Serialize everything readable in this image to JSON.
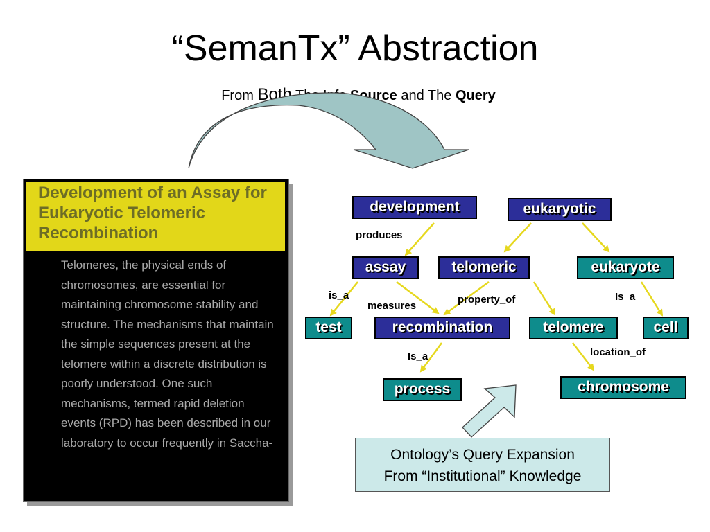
{
  "title": "“SemanTx” Abstraction",
  "subtitle": {
    "from": "From",
    "both": "Both",
    "the_info": "The Info",
    "source": "Source",
    "and_the": "and The",
    "query": "Query"
  },
  "document": {
    "title": "Development of an Assay for Eukaryotic Telomeric Recombination",
    "body": "Telomeres, the physical ends of chromosomes, are essential for maintaining chromosome stability and structure. The mechanisms that maintain the simple sequences present at the telomere within a discrete distribution is poorly understood. One such mechanisms, termed rapid deletion events (RPD) has been described in our laboratory to occur frequently in Saccha-"
  },
  "nodes": {
    "development": "development",
    "eukaryotic": "eukaryotic",
    "assay": "assay",
    "telomeric": "telomeric",
    "eukaryote": "eukaryote",
    "test": "test",
    "recombination": "recombination",
    "telomere": "telomere",
    "cell": "cell",
    "process": "process",
    "chromosome": "chromosome"
  },
  "edges": {
    "produces": "produces",
    "is_a": "is_a",
    "measures": "measures",
    "property_of": "property_of",
    "Is_a_cell": "Is_a",
    "Is_a_process": "Is_a",
    "location_of": "location_of"
  },
  "ontology_box": {
    "line1": "Ontology’s Query Expansion",
    "line2": "From “Institutional” Knowledge"
  },
  "colors": {
    "node_navy": "#2c2e99",
    "node_teal": "#0e8c8c",
    "edge_arrow": "#e6d81e",
    "doc_title_bg": "#e2d719",
    "big_arrow": "#cce9e9"
  }
}
